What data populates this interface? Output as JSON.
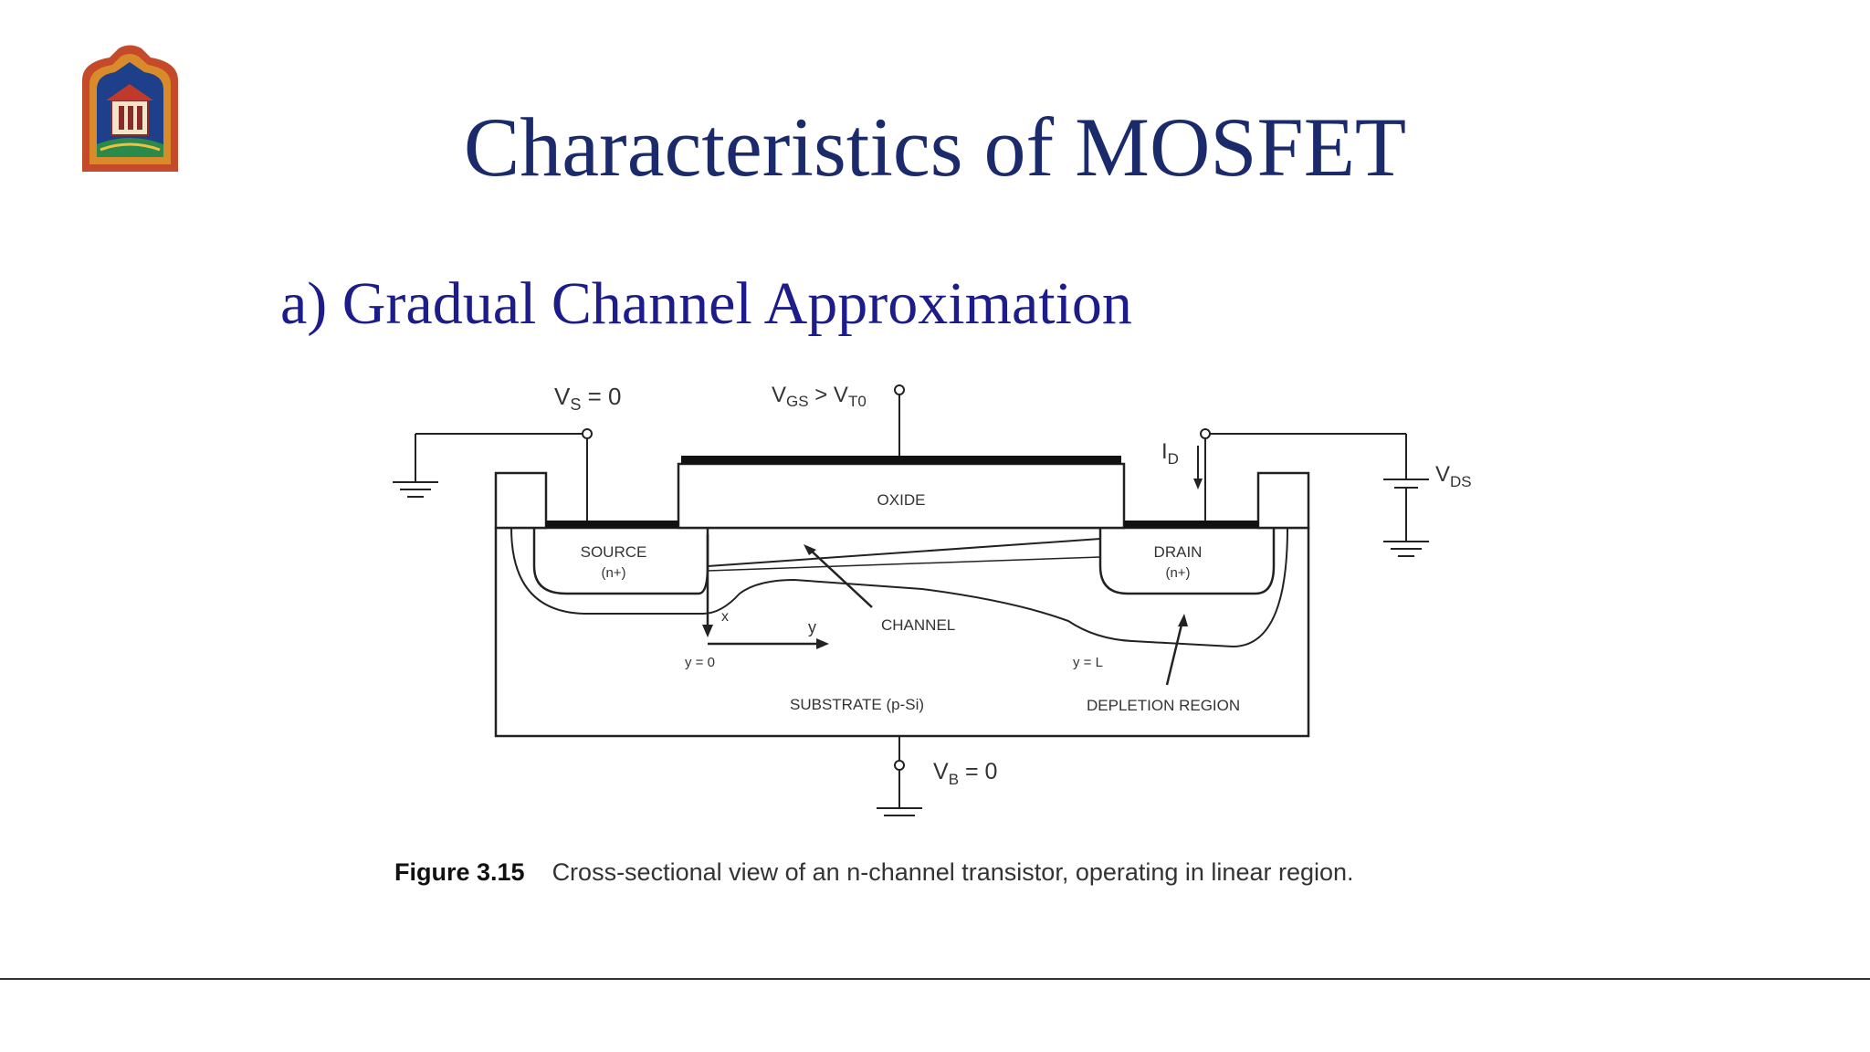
{
  "slide": {
    "title": "Characteristics of MOSFET",
    "subtitle": "a) Gradual Channel Approximation"
  },
  "figure": {
    "labels": {
      "vs": "V",
      "vs_sub": "S",
      "vs_val": " = 0",
      "vgs": "V",
      "vgs_sub": "GS",
      "vgs_mid": " > V",
      "vgs_sub2": "T0",
      "id": "I",
      "id_sub": "D",
      "vds": "V",
      "vds_sub": "DS",
      "oxide": "OXIDE",
      "source": "SOURCE",
      "source_type": "(n+)",
      "drain": "DRAIN",
      "drain_type": "(n+)",
      "x_axis": "x",
      "y_axis": "y",
      "channel": "CHANNEL",
      "y0": "y = 0",
      "yL": "y = L",
      "substrate": "SUBSTRATE (p-Si)",
      "depletion": "DEPLETION REGION",
      "vb": "V",
      "vb_sub": "B",
      "vb_val": " = 0"
    },
    "caption_number": "Figure 3.15",
    "caption_text": "Cross-sectional view of an n-channel transistor, operating in linear region."
  }
}
